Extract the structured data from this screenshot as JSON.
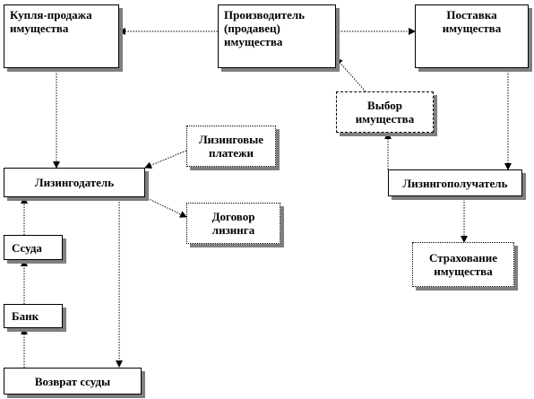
{
  "nodes": {
    "kupla_prodazha": "Купля-продажа\nимущества",
    "proizvoditel": "Производитель\n(продавец)\nимущества",
    "postavka": "Поставка\nимущества",
    "vybor": "Выбор\nимущества",
    "lizingovye_platezhi": "Лизинговые\nплатежи",
    "lizingodatel": "Лизингодатель",
    "lizingopoluchatel": "Лизингополучатель",
    "dogovor": "Договор\nлизинга",
    "ssuda": "Ссуда",
    "strakhovanie": "Страхование\nимущества",
    "bank": "Банк",
    "vozvrat": "Возврат ссуды"
  },
  "colors": {
    "line": "#000000",
    "shadow": "#7f7f7f",
    "background": "#ffffff"
  }
}
